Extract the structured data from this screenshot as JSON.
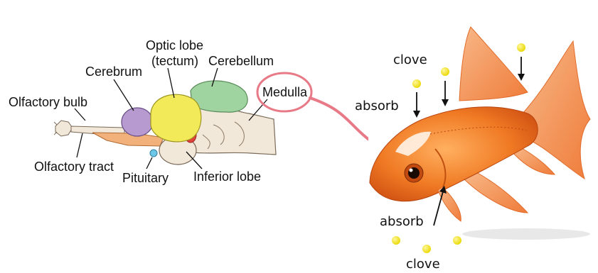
{
  "brain": {
    "labels": {
      "olfactory_bulb": "Olfactory bulb",
      "olfactory_tract": "Olfactory tract",
      "cerebrum": "Cerebrum",
      "optic_lobe_line1": "Optic lobe",
      "optic_lobe_line2": "(tectum)",
      "cerebellum": "Cerebellum",
      "medulla": "Medulla",
      "pituitary": "Pituitary",
      "inferior_lobe": "Inferior lobe"
    },
    "colors": {
      "cerebrum": "#b79ad0",
      "optic_lobe": "#f3ea5a",
      "cerebellum": "#9fd4a0",
      "olfactory": "#f2b07a",
      "pituitary": "#6fc7e8",
      "inferior_red": "#e0413a",
      "tissue": "#f2e8da",
      "highlight": "#e87a87"
    }
  },
  "fish": {
    "labels": {
      "clove_top": "clove",
      "absorb_top": "absorb",
      "absorb_bottom": "absorb",
      "clove_bottom": "clove"
    },
    "colors": {
      "body": "#f07a24",
      "fin": "#f6a06a",
      "clove_dot": "#f2e61e"
    }
  }
}
